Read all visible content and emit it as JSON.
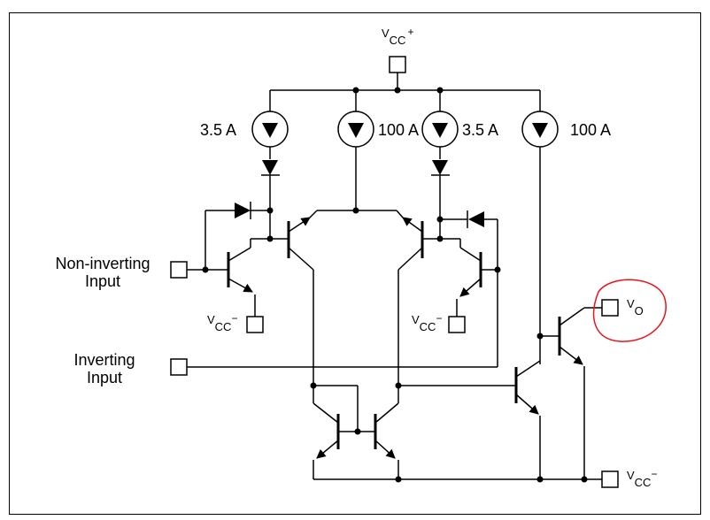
{
  "supply": {
    "vcc_plus": "CC",
    "plus_sign": "+",
    "v": "V"
  },
  "currents": {
    "i1": "3.5  A",
    "i2": "100  A",
    "i3": "3.5  A",
    "i4": "100  A"
  },
  "inputs": {
    "non_inverting_line1": "Non-inverting",
    "non_inverting_line2": "Input",
    "inverting_line1": "Inverting",
    "inverting_line2": "Input"
  },
  "output": {
    "v": "V",
    "sub": "O"
  },
  "vcc_minus": {
    "v": "V",
    "sub": "CC",
    "minus": "−"
  },
  "colors": {
    "line": "#000000",
    "highlight": "#e8141c"
  }
}
